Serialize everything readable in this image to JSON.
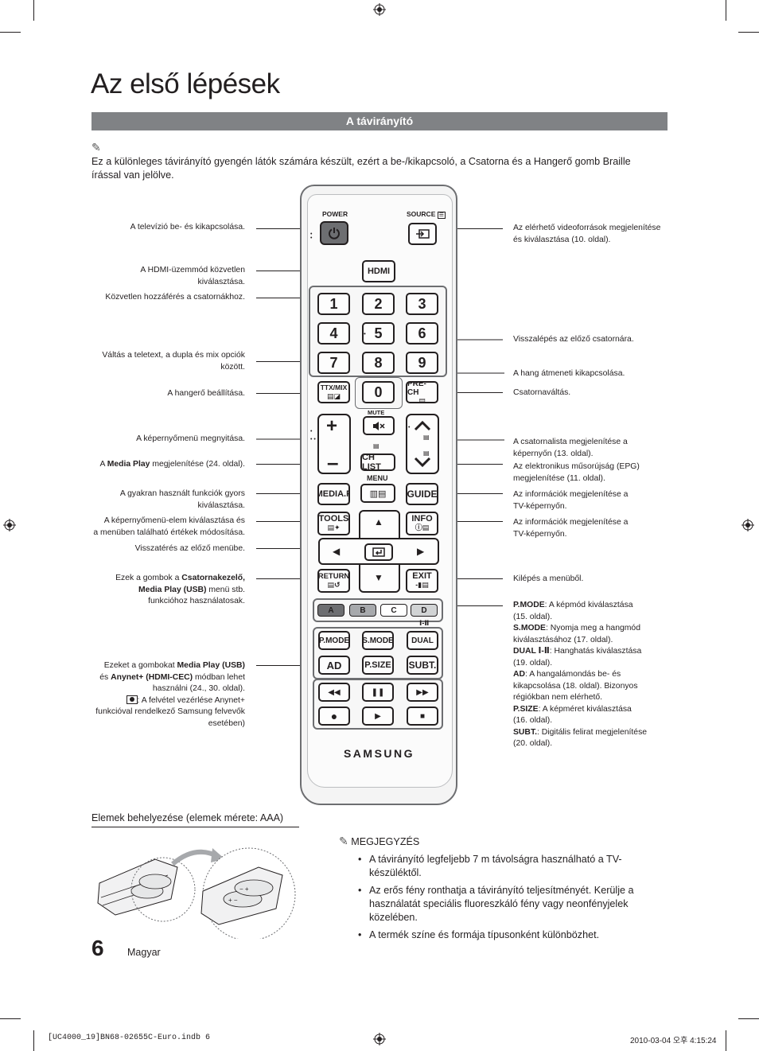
{
  "page": {
    "title": "Az első lépések",
    "section_title": "A távirányító",
    "intro_note": "Ez a különleges távirányító gyengén látók számára készült, ezért a be-/kikapcsoló, a Csatorna és a Hangerő gomb Braille írással van jelölve."
  },
  "labels_left": {
    "power": "A televízió be- és kikapcsolása.",
    "hdmi_1": "A HDMI-üzemmód közvetlen",
    "hdmi_2": "kiválasztása.",
    "channels": "Közvetlen hozzáférés a csatornákhoz.",
    "ttx_1": "Váltás a teletext, a dupla és mix opciók",
    "ttx_2": "között.",
    "volume": "A hangerő beállítása.",
    "menu": "A képernyőmenü megnyitása.",
    "mediap_pre": "A ",
    "mediap_bold": "Media Play",
    "mediap_post": " megjelenítése (24. oldal).",
    "tools_1": "A gyakran használt funkciók gyors",
    "tools_2": "kiválasztása.",
    "nav_1": "A képernyőmenü-elem kiválasztása és",
    "nav_2": "a menüben található értékek módosítása.",
    "return": "Visszatérés az előző menübe.",
    "color_1_pre": "Ezek a gombok a ",
    "color_1_bold": "Csatornakezelő,",
    "color_2_bold": "Media Play (USB)",
    "color_2_post": " menü stb.",
    "color_3": "funkcióhoz használatosak.",
    "play_1_pre": "Ezeket a gombokat ",
    "play_1_bold": "Media Play (USB)",
    "play_2_pre": "és ",
    "play_2_bold": "Anynet+ (HDMI-CEC)",
    "play_2_post": " módban lehet",
    "play_3": "használni (24., 30. oldal).",
    "play_4_post": ": A felvétel vezérlése Anynet+",
    "play_5": "funkcióval rendelkező Samsung felvevők",
    "play_6": "esetében)"
  },
  "labels_right": {
    "source_1": "Az elérhető videoforrások megjelenítése",
    "source_2": "és kiválasztása (10. oldal).",
    "prech": "Visszalépés az előző csatornára.",
    "mute": "A hang átmeneti kikapcsolása.",
    "chswitch": "Csatornaváltás.",
    "chlist_1": "A csatornalista megjelenítése a",
    "chlist_2": "képernyőn (13. oldal).",
    "epg_1": "Az elektronikus műsorújság (EPG)",
    "epg_2": "megjelenítése (11. oldal).",
    "guide_1": "Az információk megjelenítése a",
    "guide_2": "TV-képernyőn.",
    "info_1": "Az információk megjelenítése a",
    "info_2": "TV-képernyőn.",
    "exit": "Kilépés a menüből.",
    "pmode_bold": "P.MODE",
    "pmode_post": ": A képmód kiválasztása",
    "pmode_2": "(15. oldal).",
    "smode_bold": "S.MODE",
    "smode_post": ": Nyomja meg a hangmód",
    "smode_2": "kiválasztásához (17. oldal).",
    "dual_bold": "DUAL Ⅰ-Ⅱ",
    "dual_post": ": Hanghatás kiválasztása",
    "dual_2": "(19. oldal).",
    "ad_bold": "AD",
    "ad_post": ": A hangalámondás be- és",
    "ad_2": "kikapcsolása (18. oldal). Bizonyos",
    "ad_3": "régiókban nem elérhető.",
    "psize_bold": "P.SIZE",
    "psize_post": ": A képméret kiválasztása",
    "psize_2": "(16. oldal).",
    "subt_bold": "SUBT.",
    "subt_post": ": Digitális felirat megjelenítése",
    "subt_2": "(20. oldal)."
  },
  "remote": {
    "power_label": "POWER",
    "source_label": "SOURCE",
    "hdmi": "HDMI",
    "digits": [
      "1",
      "2",
      "3",
      "4",
      "5",
      "6",
      "7",
      "8",
      "9"
    ],
    "zero": "0",
    "ttx": "TTX/MIX",
    "prech": "PRE-CH",
    "mute": "MUTE",
    "chlist": "CH LIST",
    "menu": "MENU",
    "mediap": "MEDIA.P",
    "guide": "GUIDE",
    "tools": "TOOLS",
    "info": "INFO",
    "return": "RETURN",
    "exit": "EXIT",
    "color_keys": [
      "A",
      "B",
      "C",
      "D"
    ],
    "dual_mark": "Ⅰ-Ⅱ",
    "pmode": "P.MODE",
    "smode": "S.MODE",
    "dual": "DUAL",
    "ad": "AD",
    "psize": "P.SIZE",
    "subt": "SUBT.",
    "brand": "SAMSUNG",
    "colors": {
      "key_dark": "#6d6e71",
      "key_light": "#d1d3d4",
      "key_white": "#ffffff"
    }
  },
  "battery": {
    "heading": "Elemek behelyezése (elemek mérete: AAA)"
  },
  "notes": {
    "heading": "MEGJEGYZÉS",
    "items": [
      "A távirányító legfeljebb 7 m távolságra használható a TV-készüléktől.",
      "Az erős fény ronthatja a távirányító teljesítményét. Kerülje a használatát speciális fluoreszkáló fény vagy neonfényjelek közelében.",
      "A termék színe és formája típusonként különbözhet."
    ]
  },
  "footer": {
    "page_number": "6",
    "language": "Magyar",
    "file": "[UC4000_19]BN68-02655C-Euro.indb   6",
    "date": "2010-03-04   오후 4:15:24"
  }
}
